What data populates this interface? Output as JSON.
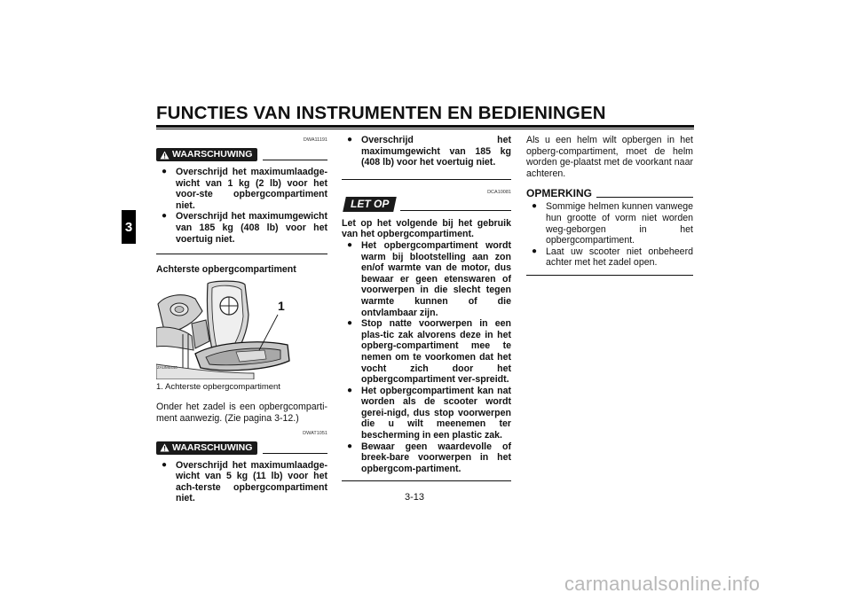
{
  "header": {
    "title": "FUNCTIES VAN INSTRUMENTEN EN BEDIENINGEN",
    "chapter_tab": "3",
    "page_number": "3-13"
  },
  "col1": {
    "warning1": {
      "code": "DWA11191",
      "label": "WAARSCHUWING",
      "bullets": [
        "Overschrijd het maximumlaadge-wicht van 1 kg (2 lb) voor het voor-ste opbergcompartiment niet.",
        "Overschrijd het maximumgewicht van 185 kg (408 lb) voor het voertuig niet."
      ]
    },
    "section_title": "Achterste opbergcompartiment",
    "figure": {
      "callout": "1",
      "code": "ZAUM0440",
      "caption": "1.  Achterste opbergcompartiment"
    },
    "paragraph": "Onder het zadel is een opbergcomparti-ment aanwezig. (Zie pagina 3-12.)",
    "warning2": {
      "code": "DWAT1051",
      "label": "WAARSCHUWING",
      "bullets": [
        "Overschrijd het maximumlaadge-wicht van 5 kg (11 lb) voor het ach-terste opbergcompartiment niet."
      ]
    }
  },
  "col2": {
    "warning_cont_bullets": [
      "Overschrijd het maximumgewicht van 185 kg (408 lb) voor het voertuig niet."
    ],
    "caution": {
      "code": "DCA10081",
      "label": "LET OP",
      "intro": "Let op het volgende bij het gebruik van het opbergcompartiment.",
      "bullets": [
        "Het opbergcompartiment wordt warm bij blootstelling aan zon en/of warmte van de motor, dus bewaar er geen etenswaren of voorwerpen in die slecht tegen warmte kunnen of die ontvlambaar zijn.",
        "Stop natte voorwerpen in een plas-tic zak alvorens deze in het opberg-compartiment mee te nemen om te voorkomen dat het vocht zich door het opbergcompartiment ver-spreidt.",
        "Het opbergcompartiment kan nat worden als de scooter wordt gerei-nigd, dus stop voorwerpen die u wilt meenemen ter bescherming in een plastic zak.",
        "Bewaar geen waardevolle of breek-bare voorwerpen in het opbergcom-partiment."
      ]
    }
  },
  "col3": {
    "paragraph": "Als u een helm wilt opbergen in het opberg-compartiment, moet de helm worden ge-plaatst met de voorkant naar achteren.",
    "note": {
      "label": "OPMERKING",
      "bullets": [
        "Sommige helmen kunnen vanwege hun grootte of vorm niet worden weg-geborgen in het opbergcompartiment.",
        "Laat uw scooter niet onbeheerd achter met het zadel open."
      ]
    }
  },
  "watermark": "carmanualsonline.info"
}
